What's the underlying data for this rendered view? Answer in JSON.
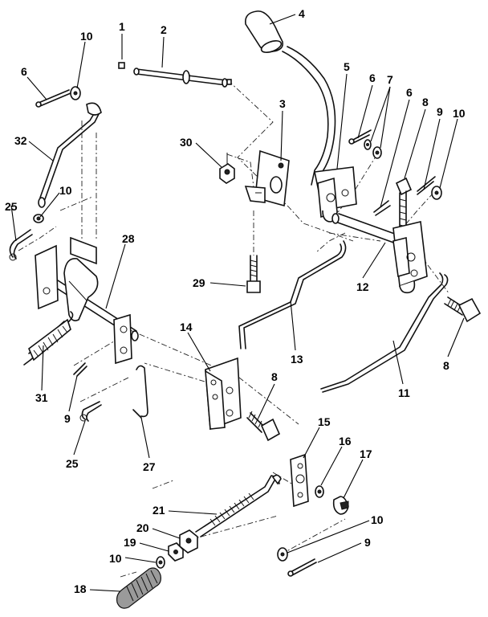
{
  "diagram": {
    "type": "exploded parts diagram",
    "callouts": [
      {
        "id": "c1",
        "text": "1"
      },
      {
        "id": "c2",
        "text": "2"
      },
      {
        "id": "c3",
        "text": "3"
      },
      {
        "id": "c4",
        "text": "4"
      },
      {
        "id": "c5",
        "text": "5"
      },
      {
        "id": "c6a",
        "text": "6"
      },
      {
        "id": "c6b",
        "text": "6"
      },
      {
        "id": "c6c",
        "text": "6"
      },
      {
        "id": "c7",
        "text": "7"
      },
      {
        "id": "c8a",
        "text": "8"
      },
      {
        "id": "c8b",
        "text": "8"
      },
      {
        "id": "c8c",
        "text": "8"
      },
      {
        "id": "c9a",
        "text": "9"
      },
      {
        "id": "c9b",
        "text": "9"
      },
      {
        "id": "c9c",
        "text": "9"
      },
      {
        "id": "c10a",
        "text": "10"
      },
      {
        "id": "c10b",
        "text": "10"
      },
      {
        "id": "c10c",
        "text": "10"
      },
      {
        "id": "c10d",
        "text": "10"
      },
      {
        "id": "c10e",
        "text": "10"
      },
      {
        "id": "c11",
        "text": "11"
      },
      {
        "id": "c12",
        "text": "12"
      },
      {
        "id": "c13",
        "text": "13"
      },
      {
        "id": "c14",
        "text": "14"
      },
      {
        "id": "c15",
        "text": "15"
      },
      {
        "id": "c16",
        "text": "16"
      },
      {
        "id": "c17",
        "text": "17"
      },
      {
        "id": "c18",
        "text": "18"
      },
      {
        "id": "c19",
        "text": "19"
      },
      {
        "id": "c20",
        "text": "20"
      },
      {
        "id": "c21",
        "text": "21"
      },
      {
        "id": "c25a",
        "text": "25"
      },
      {
        "id": "c25b",
        "text": "25"
      },
      {
        "id": "c27",
        "text": "27"
      },
      {
        "id": "c28",
        "text": "28"
      },
      {
        "id": "c29",
        "text": "29"
      },
      {
        "id": "c30",
        "text": "30"
      },
      {
        "id": "c31",
        "text": "31"
      },
      {
        "id": "c32",
        "text": "32"
      }
    ]
  }
}
